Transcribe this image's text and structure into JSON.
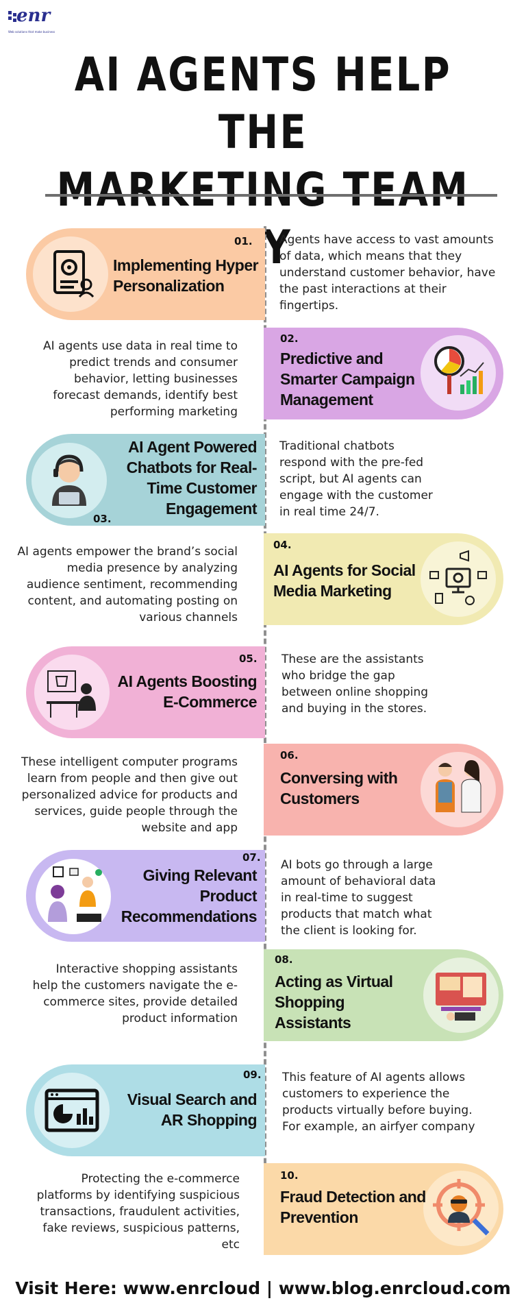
{
  "brand": {
    "logo_text": "enr",
    "tagline": "Web solutions that make business"
  },
  "title_line1": "AI AGENTS HELP THE",
  "title_line2": "MARKETING TEAM BY",
  "items": [
    {
      "num": "01.",
      "title": "Implementing Hyper Personalization",
      "desc": "Agents have access to vast amounts of data, which means that they understand customer behavior, have the past interactions at their fingertips.",
      "color": "#fbcaa4",
      "icon": "settings-document-icon"
    },
    {
      "num": "02.",
      "title": "Predictive and Smarter Campaign Management",
      "desc": "AI agents use data in real time to predict trends and consumer behavior, letting businesses forecast demands, identify best performing marketing",
      "color": "#d9a6e4",
      "icon": "analytics-icon"
    },
    {
      "num": "03.",
      "title": "AI Agent Powered Chatbots for Real-Time Customer Engagement",
      "desc": "Traditional chatbots respond with the pre-fed script, but AI agents can engage with the customer in real time 24/7.",
      "color": "#a6d3d8",
      "icon": "support-agent-icon"
    },
    {
      "num": "04.",
      "title": "AI Agents for Social Media Marketing",
      "desc": "AI agents empower the brand’s social media presence by analyzing audience sentiment, recommending content, and automating posting on various channels",
      "color": "#f1eab2",
      "icon": "social-media-icon"
    },
    {
      "num": "05.",
      "title": "AI Agents Boosting E-Commerce",
      "desc": "These are the assistants who bridge the gap between online shopping and buying in the stores.",
      "color": "#f1b1d6",
      "icon": "ecommerce-icon"
    },
    {
      "num": "06.",
      "title": "Conversing with Customers",
      "desc": "These intelligent computer programs learn from people and then give out personalized advice for products and services, guide people through the website and app",
      "color": "#f8b3ae",
      "icon": "conversation-icon"
    },
    {
      "num": "07.",
      "title": "Giving Relevant Product Recommendations",
      "desc": "AI bots go through a large amount of behavioral data in real-time to suggest products that match what the client is looking for.",
      "color": "#c8b8f1",
      "icon": "recommendation-icon"
    },
    {
      "num": "08.",
      "title": "Acting as Virtual Shopping Assistants",
      "desc": "Interactive shopping assistants help the customers navigate the e-commerce sites, provide detailed product information",
      "color": "#c8e2b6",
      "icon": "shopping-assistant-icon"
    },
    {
      "num": "09.",
      "title": "Visual Search and AR Shopping",
      "desc": "This feature of AI agents allows customers to experience the products virtually before buying. For example, an airfyer company",
      "color": "#aedde6",
      "icon": "visual-search-icon"
    },
    {
      "num": "10.",
      "title": "Fraud Detection and Prevention",
      "desc": "Protecting the e-commerce platforms by identifying suspicious transactions, fraudulent activities, fake reviews, suspicious patterns, etc",
      "color": "#fbd9a8",
      "icon": "fraud-detection-icon"
    }
  ],
  "footer": "Visit Here: www.enrcloud | www.blog.enrcloud.com"
}
